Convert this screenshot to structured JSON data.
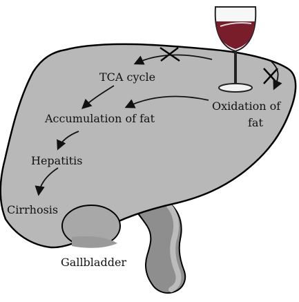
{
  "diagram": {
    "labels": {
      "tca_cycle": "TCA cycle",
      "accumulation_of_fat": "Accumulation of fat",
      "hepatitis": "Hepatitis",
      "cirrhosis": "Cirrhosis",
      "oxidation_of_fat_line1": "Oxidation of",
      "oxidation_of_fat_line2": "fat",
      "gallbladder": "Gallbladder"
    },
    "colors": {
      "liver_fill": "#b8b8b8",
      "liver_stroke": "#000000",
      "gallbladder_fill": "#8e8e8e",
      "wine_fill": "#7a1d2a",
      "glass_stroke": "#222222",
      "arrow": "#111111"
    }
  }
}
